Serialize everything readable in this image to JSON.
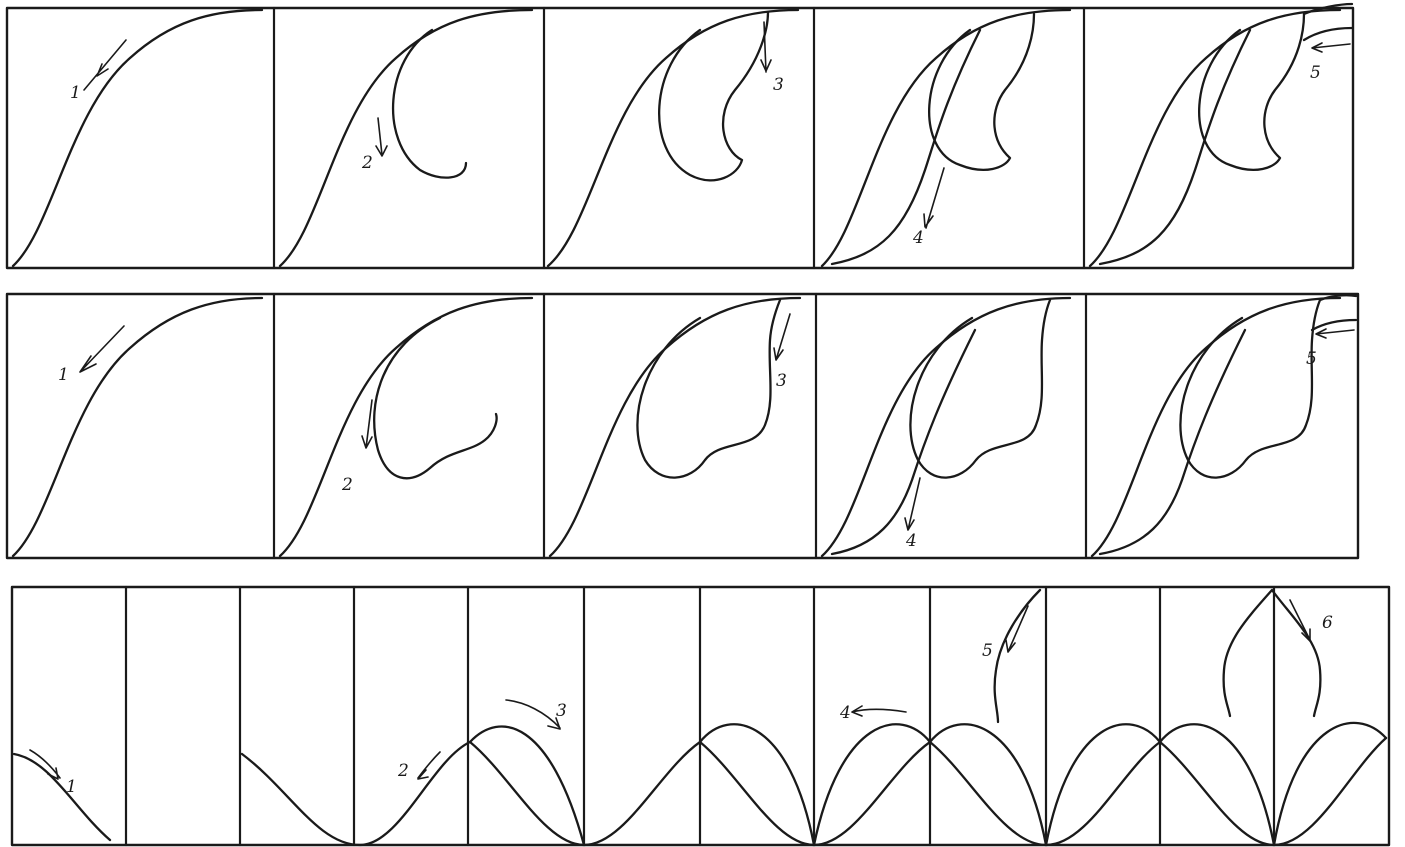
{
  "sheet": {
    "rows": [
      {
        "id": "row-1",
        "panels": [
          {
            "step": "1"
          },
          {
            "step": "2"
          },
          {
            "step": "3"
          },
          {
            "step": "4"
          },
          {
            "step": "5"
          }
        ]
      },
      {
        "id": "row-2",
        "panels": [
          {
            "step": "1"
          },
          {
            "step": "2"
          },
          {
            "step": "3"
          },
          {
            "step": "4"
          },
          {
            "step": "5"
          }
        ]
      },
      {
        "id": "row-3",
        "panels": [
          {
            "step": "1"
          },
          {
            "step": "2"
          },
          {
            "step": "3"
          },
          {
            "step": "4"
          },
          {
            "step": "5"
          },
          {
            "step": "6"
          }
        ]
      }
    ]
  }
}
